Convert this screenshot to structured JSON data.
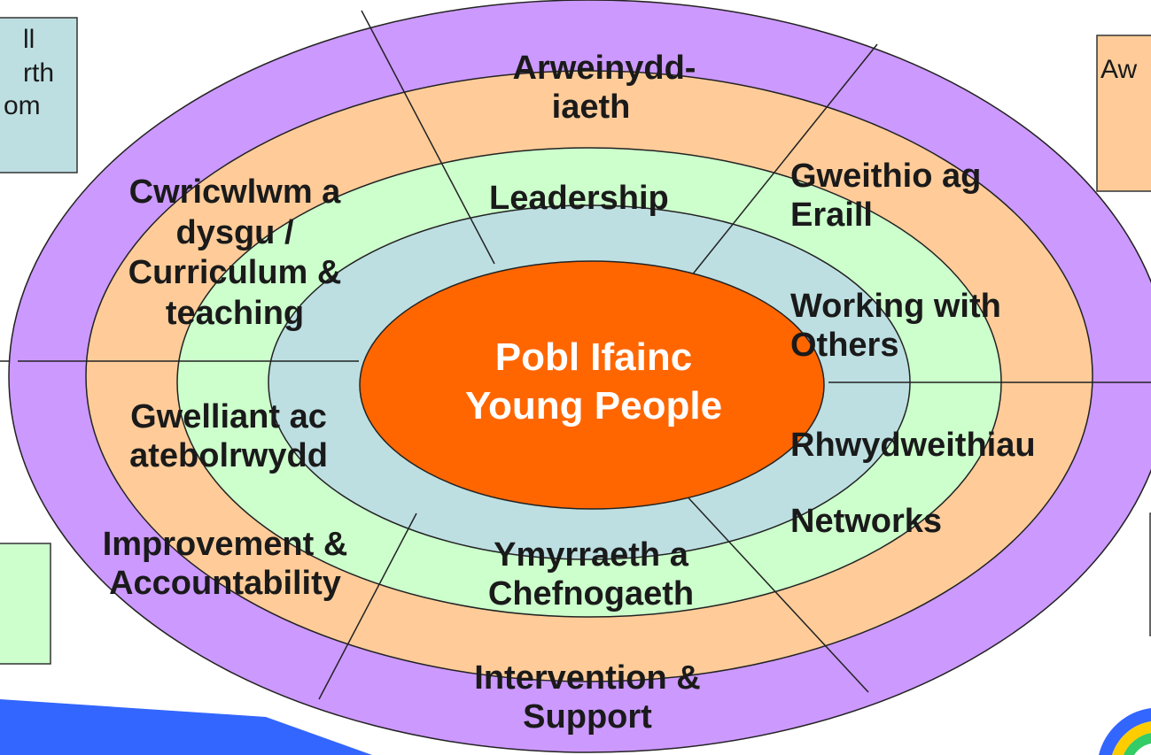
{
  "colors": {
    "outer_ring": "#cc99ff",
    "second_ring": "#ffcc99",
    "third_ring": "#ccffcc",
    "inner_ring": "#bddfe2",
    "center": "#ff6600",
    "left_top_box": "#bddfe2",
    "left_bottom_box": "#ccffcc",
    "right_top_box": "#ffcc99",
    "bottom_left_band": "#3366ff"
  },
  "center": {
    "welsh": "Pobl Ifainc",
    "english": "Young People"
  },
  "segments": {
    "leadership": {
      "welsh_1": "Arweinydd-",
      "welsh_2": "iaeth",
      "english": "Leadership"
    },
    "working": {
      "welsh_1": "Gweithio ag",
      "welsh_2": "Eraill",
      "english_1": "Working with",
      "english_2": "Others"
    },
    "networks": {
      "welsh": "Rhwydweithiau",
      "english": "Networks"
    },
    "intervention": {
      "welsh_1": "Ymyrraeth a",
      "welsh_2": "Chefnogaeth",
      "english_1": "Intervention &",
      "english_2": "Support"
    },
    "improvement": {
      "welsh_1": "Gwelliant ac",
      "welsh_2": "atebolrwydd",
      "english_1": "Improvement &",
      "english_2": "Accountability"
    },
    "curriculum": {
      "line_1": "Cwricwlwm a",
      "line_2": "dysgu /",
      "line_3": "Curriculum &",
      "line_4": "teaching"
    }
  },
  "side_boxes": {
    "left_top": {
      "line_1": "ll",
      "line_2": "rth",
      "line_3": "om"
    },
    "right_top": {
      "line_1": "Aw"
    }
  }
}
